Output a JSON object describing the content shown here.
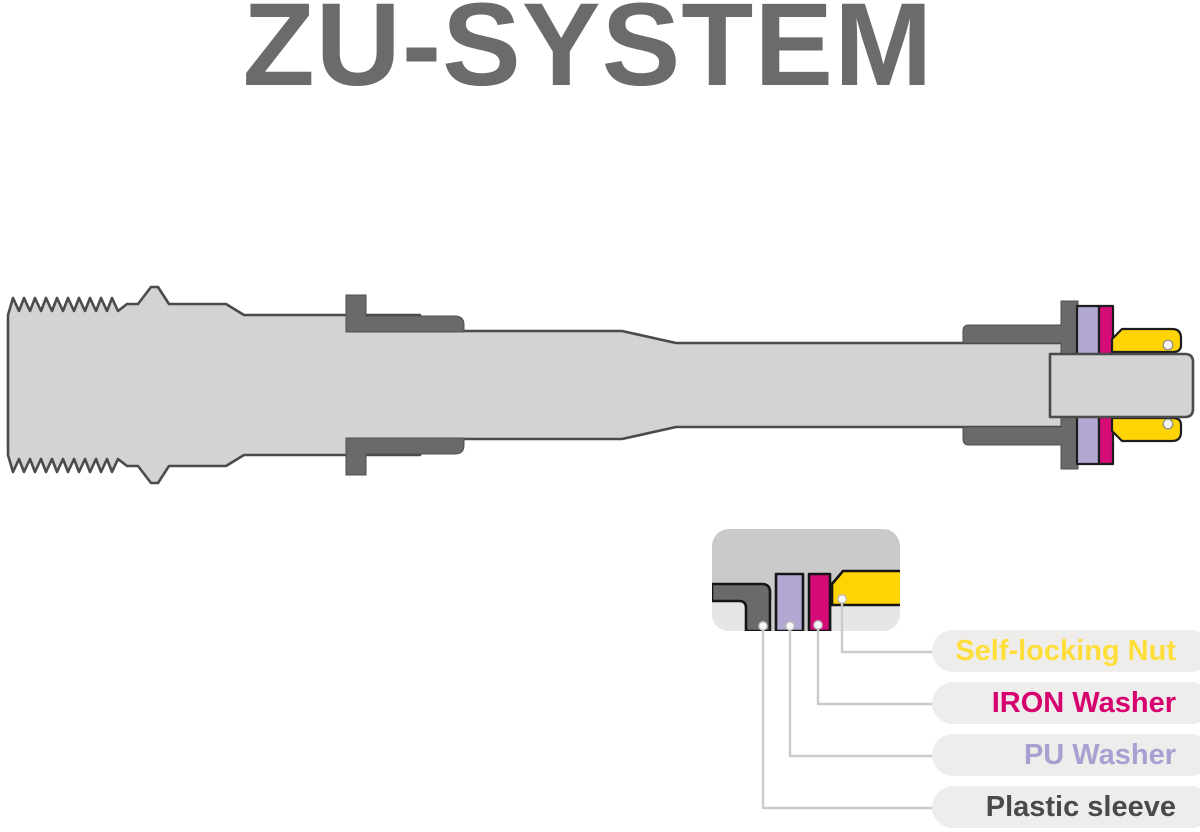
{
  "title": "ZU-SYSTEM",
  "colors": {
    "title": "#6b6b6b",
    "background": "#ffffff",
    "body_fill": "#d3d3d3",
    "body_outline": "#4b4b4b",
    "dark_part_fill": "#6a6a6a",
    "part_outline": "#1d1d1d",
    "pu_washer_fill": "#b2a8d2",
    "iron_washer_fill": "#d50c77",
    "nut_fill": "#ffd405",
    "inset_background": "#cacaca",
    "inset_background_light": "#e6e6e6",
    "callout_line": "#cbcbcb",
    "pill_background": "#eeedec"
  },
  "callouts": [
    {
      "label": "Self-locking Nut",
      "text_color": "#ffde3a",
      "part": "self-locking-nut"
    },
    {
      "label": "IRON Washer",
      "text_color": "#d6006e",
      "part": "iron-washer"
    },
    {
      "label": "PU Washer",
      "text_color": "#a8a0d0",
      "part": "pu-washer"
    },
    {
      "label": "Plastic sleeve",
      "text_color": "#4a4a4a",
      "part": "plastic-sleeve"
    }
  ]
}
